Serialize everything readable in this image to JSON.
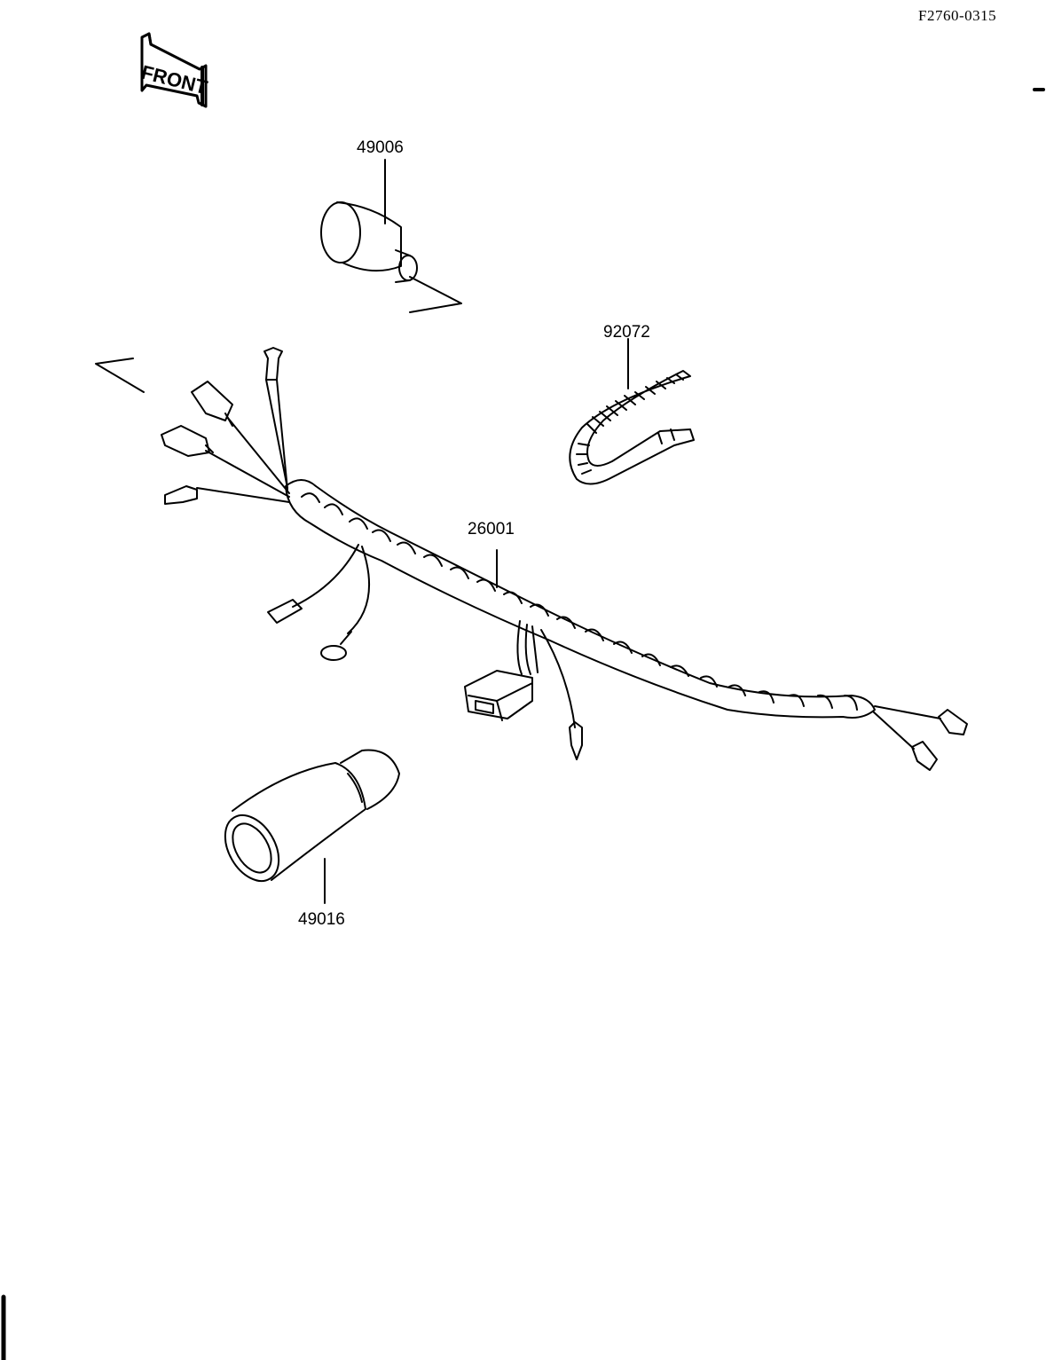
{
  "document": {
    "code": "F2760-0315"
  },
  "orientation": {
    "label": "FRONT"
  },
  "parts": [
    {
      "number": "49006",
      "name_icon": "boot-small-icon"
    },
    {
      "number": "92072",
      "name_icon": "cable-tie-icon"
    },
    {
      "number": "26001",
      "name_icon": "wiring-harness-icon"
    },
    {
      "number": "49016",
      "name_icon": "boot-large-icon"
    }
  ],
  "colors": {
    "ink": "#000000",
    "paper": "#ffffff"
  }
}
